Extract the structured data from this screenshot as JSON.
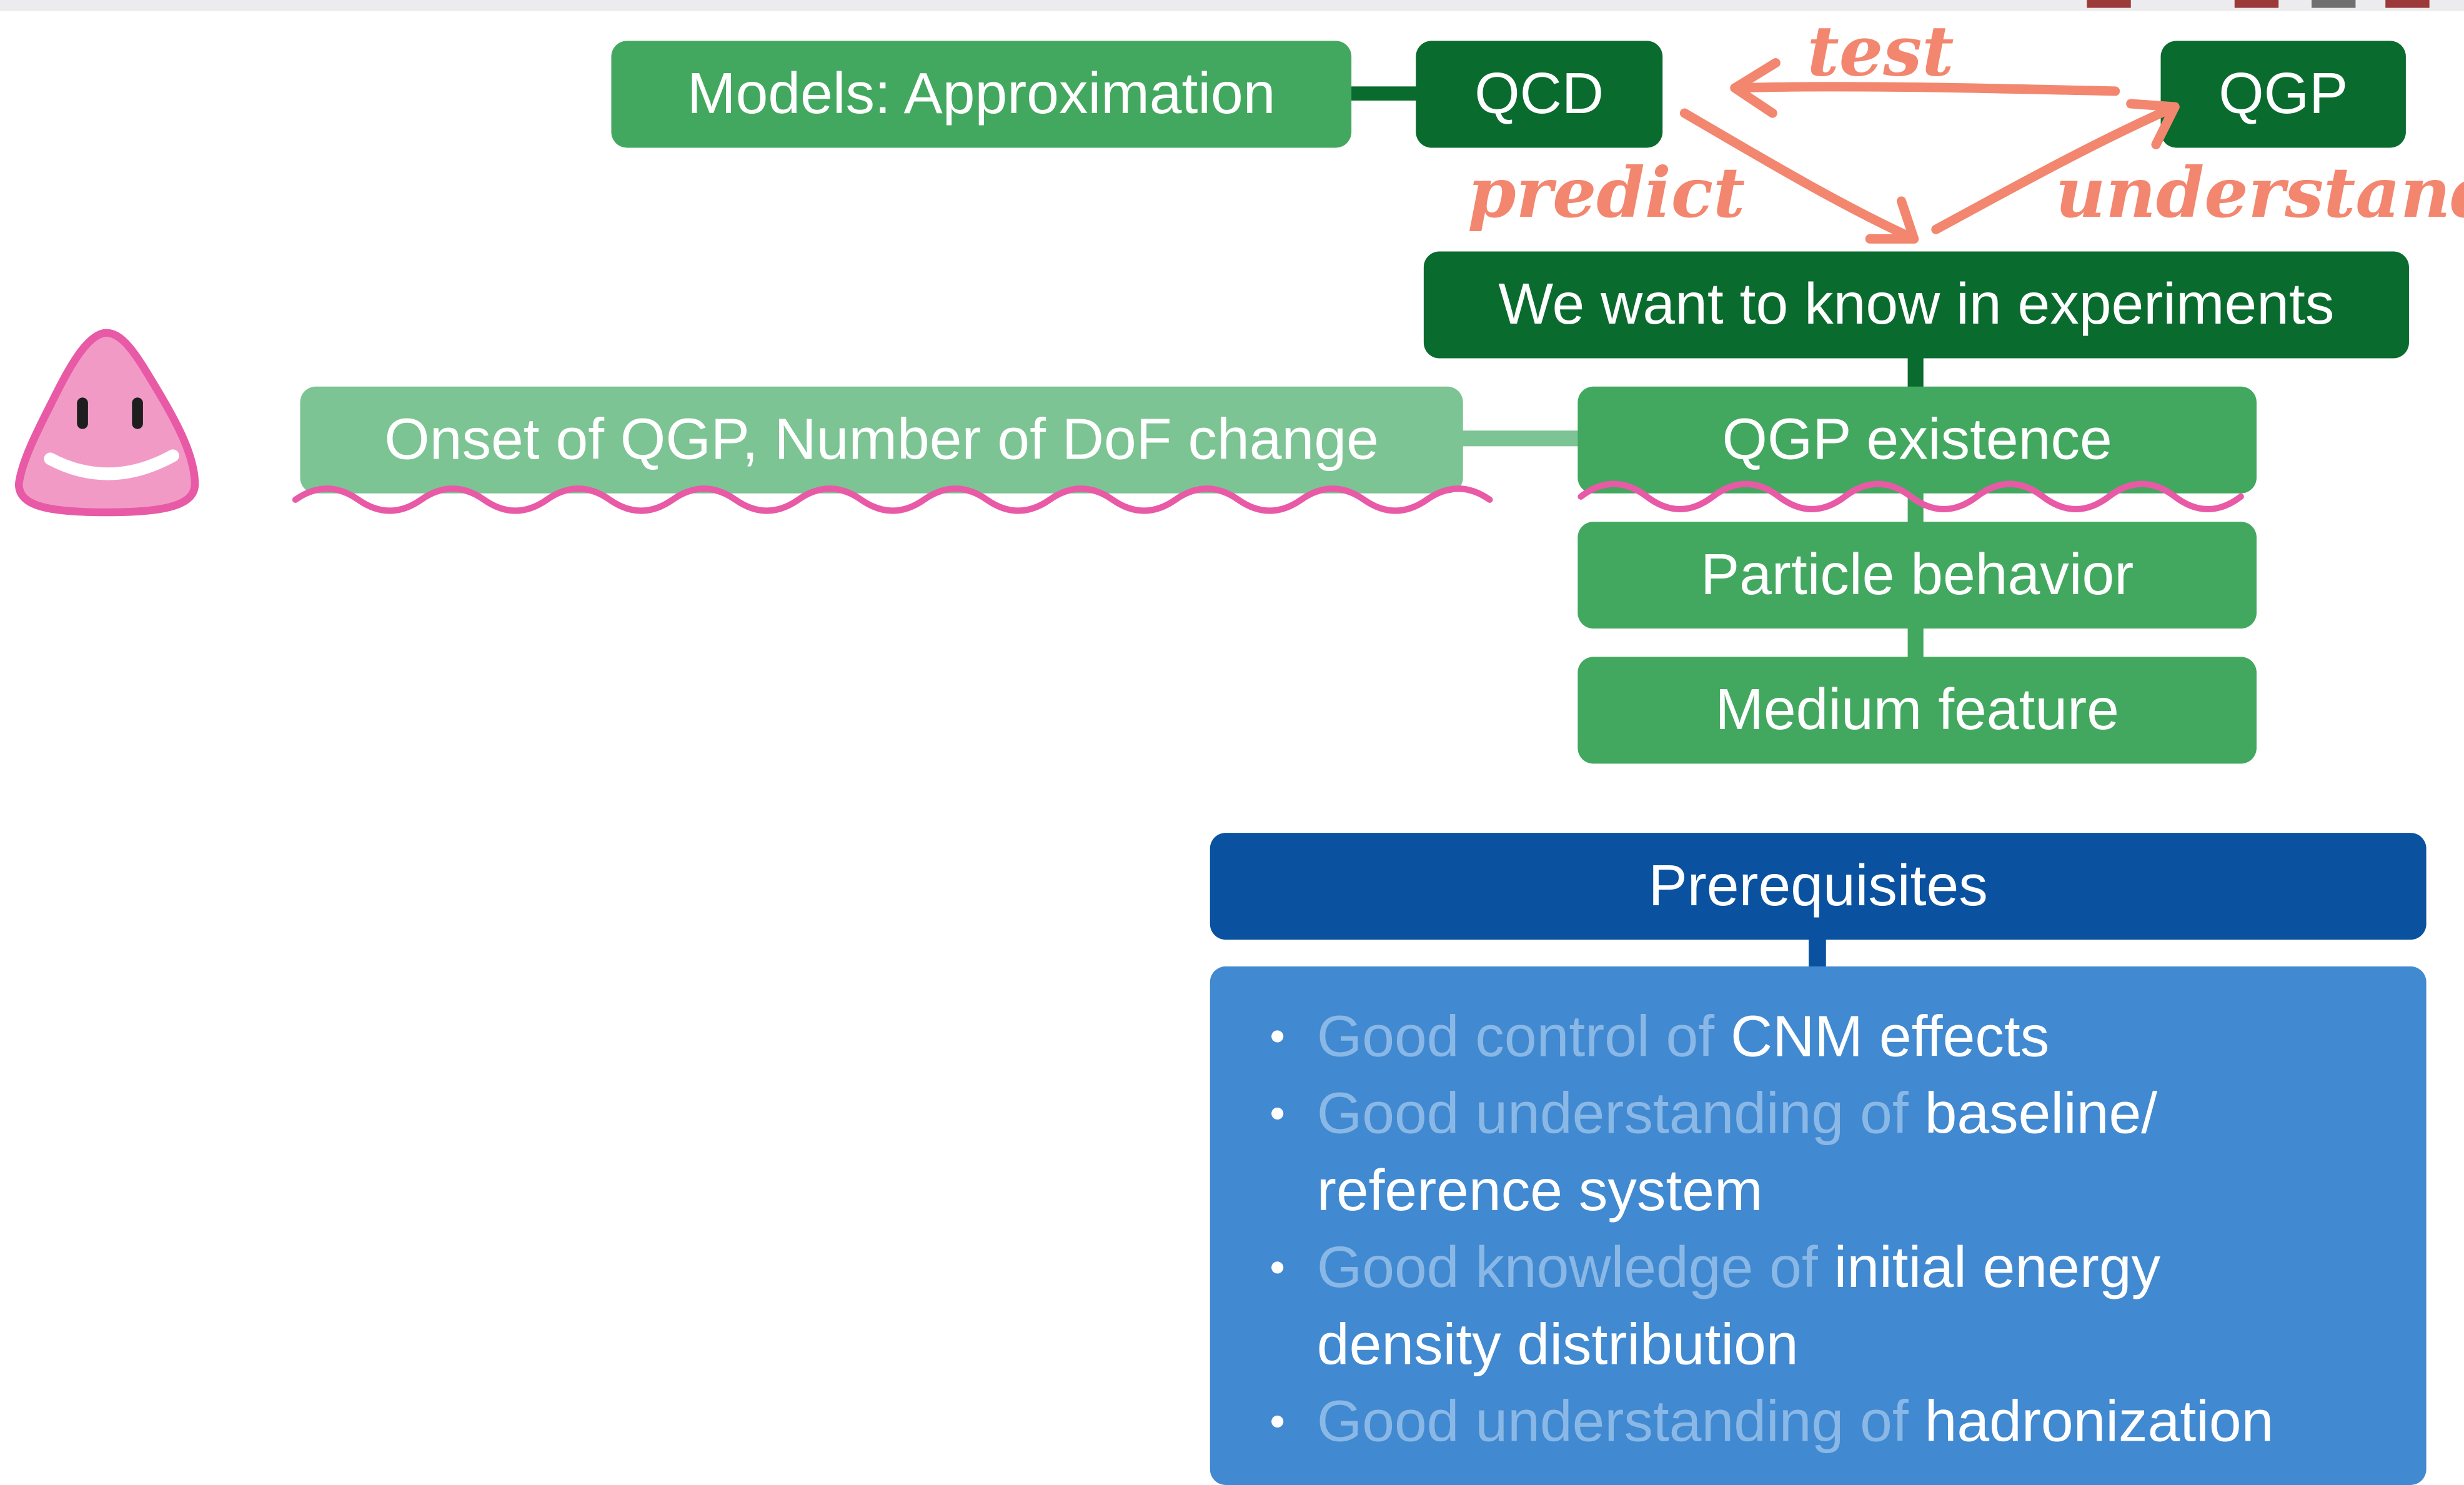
{
  "diagram": {
    "models_box": "Models: Approximation",
    "qcd_box": "QCD",
    "qgp_box": "QGP",
    "want_box": "We want to know in experiments",
    "onset_box": "Onset of QGP, Number of DoF change",
    "qgp_existence_box": "QGP existence",
    "particle_box": "Particle behavior",
    "medium_box": "Medium feature",
    "prereq_header": "Prerequisites",
    "prereq_items": [
      {
        "dim": "Good control of ",
        "bright_line1": "CNM effects",
        "bright_line2": ""
      },
      {
        "dim": "Good understanding of ",
        "bright_line1": "baseline/",
        "bright_line2": "reference system"
      },
      {
        "dim": "Good knowledge of ",
        "bright_line1": "initial energy",
        "bright_line2": "density distribution"
      },
      {
        "dim": "Good understanding of ",
        "bright_line1": "hadronization",
        "bright_line2": ""
      }
    ]
  },
  "annotations": {
    "test": "test",
    "predict": "predict",
    "understand": "understand"
  },
  "colors": {
    "green_mid": "#43a85f",
    "green_dark": "#0a6b2e",
    "green_light": "#7cc493",
    "blue_dark": "#0a52a0",
    "blue_mid": "#4189d0",
    "annotation_orange": "#f3866f",
    "annotation_pink": "#e85aa6",
    "smiley_fill": "#f29ac6"
  },
  "icons": {
    "smiley": "pink-triangle-smiley-icon"
  }
}
